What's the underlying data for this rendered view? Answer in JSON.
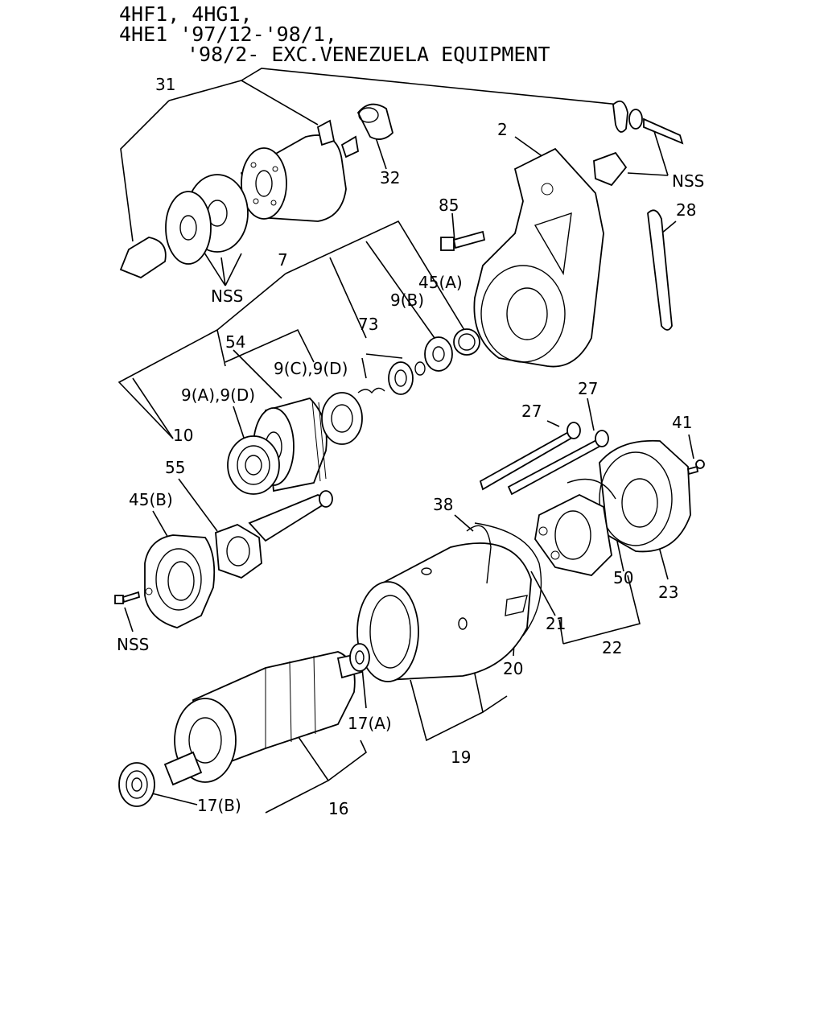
{
  "header": {
    "line1": "4HF1, 4HG1,",
    "line2": "4HE1 '97/12-'98/1,",
    "line3": "'98/2- EXC.VENEZUELA EQUIPMENT"
  },
  "callouts": {
    "c31": "31",
    "c32": "32",
    "c2": "2",
    "cNSS_top": "NSS",
    "c28": "28",
    "c85": "85",
    "cNSS_left": "NSS",
    "c7": "7",
    "c45A": "45(A)",
    "c9B": "9(B)",
    "c73": "73",
    "c54": "54",
    "c9C9D": "9(C),9(D)",
    "c9A9D": "9(A),9(D)",
    "c10": "10",
    "c55": "55",
    "c45B": "45(B)",
    "cNSS_bottom": "NSS",
    "c27a": "27",
    "c27b": "27",
    "c41": "41",
    "c38": "38",
    "c50": "50",
    "c23": "23",
    "c21": "21",
    "c22": "22",
    "c20": "20",
    "c17A": "17(A)",
    "c19": "19",
    "c17B": "17(B)",
    "c16": "16"
  }
}
